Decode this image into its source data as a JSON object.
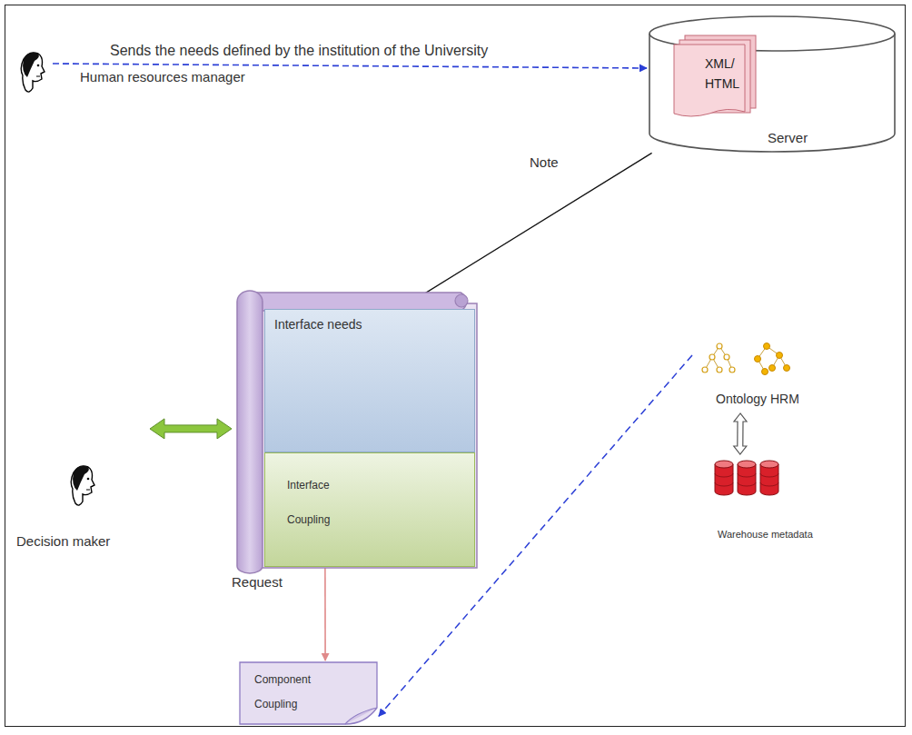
{
  "diagram": {
    "nodes": [
      {
        "text": [
          "Human resources manager"
        ]
      },
      {
        "text": [
          "Server"
        ]
      },
      {
        "text": [
          "XML/ HTML"
        ],
        "in": 1
      },
      {
        "text": [
          "Decision maker"
        ]
      },
      {
        "text": [
          "Request"
        ]
      },
      {
        "text": [
          "Interface needs"
        ],
        "in": 4
      },
      {
        "text": [
          "Interface Coupling"
        ],
        "in": 4
      },
      {
        "text": [
          "Ontology HRM"
        ]
      },
      {
        "text": [
          "Warehouse metadata"
        ]
      },
      {
        "text": [
          "Component Coupling"
        ]
      }
    ],
    "edges": [
      {
        "from": 0,
        "to": 1,
        "arrow": "to",
        "label": "Sends the needs defined by the institution of the University"
      },
      {
        "from": 1,
        "to": 4,
        "arrow": "to",
        "label": "Note"
      },
      {
        "from": 3,
        "to": 4,
        "arrow": "both"
      },
      {
        "from": 4,
        "to": 9,
        "arrow": "to"
      },
      {
        "from": 7,
        "to": 9,
        "arrow": "to"
      },
      {
        "from": 7,
        "to": 8,
        "arrow": "both"
      }
    ]
  }
}
